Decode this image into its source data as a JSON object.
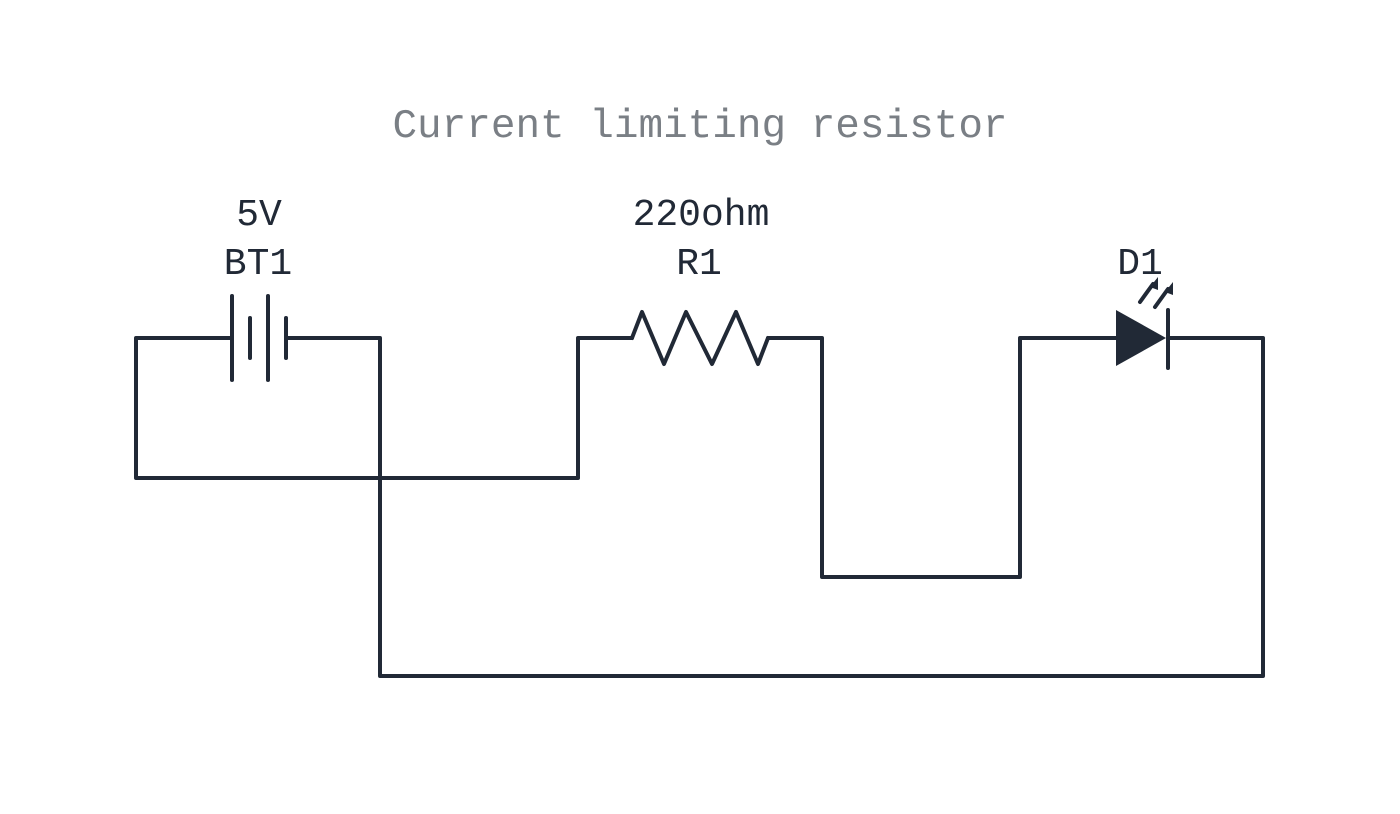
{
  "title": "Current limiting resistor",
  "colors": {
    "ink": "#212936",
    "title": "#7a7f85",
    "background": "#ffffff"
  },
  "components": {
    "battery": {
      "ref": "BT1",
      "value": "5V",
      "icon": "battery-icon"
    },
    "resistor": {
      "ref": "R1",
      "value": "220ohm",
      "icon": "resistor-zigzag-icon"
    },
    "led": {
      "ref": "D1",
      "icon": "led-icon"
    }
  }
}
